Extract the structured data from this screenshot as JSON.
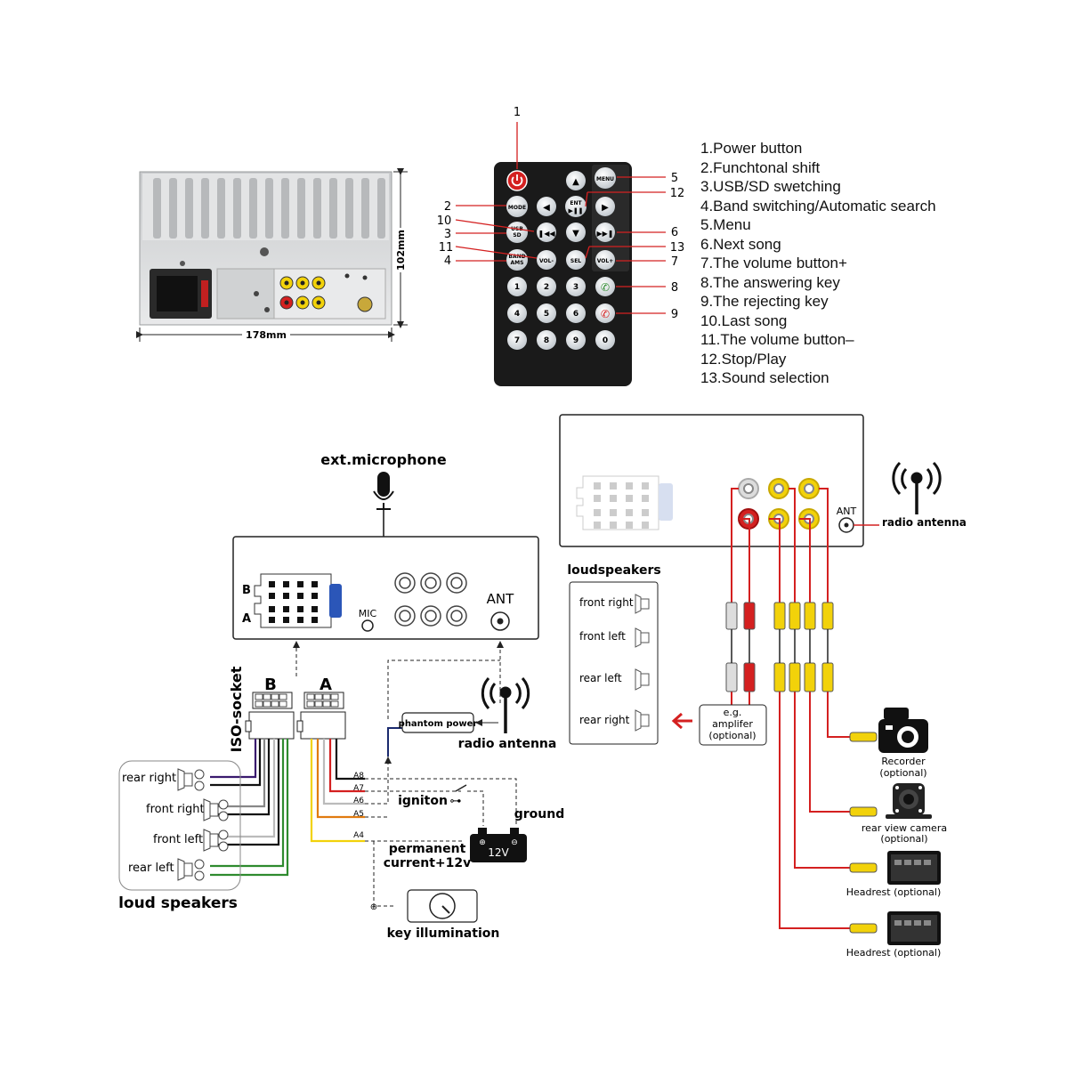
{
  "dimensions": {
    "width": "178mm",
    "height": "102mm"
  },
  "remote": {
    "callout_numbers": [
      "1",
      "2",
      "3",
      "4",
      "5",
      "6",
      "7",
      "8",
      "9",
      "10",
      "11",
      "12",
      "13"
    ],
    "buttons": {
      "mode": "MODE",
      "usb_sd_1": "USB",
      "usb_sd_2": "SD",
      "band_1": "BAND",
      "band_2": "AMS",
      "menu": "MENU",
      "ent": "ENT",
      "vol_minus": "VOL-",
      "sel": "SEL",
      "vol_plus": "VOL+",
      "digits": [
        "1",
        "2",
        "3",
        "4",
        "5",
        "6",
        "7",
        "8",
        "9",
        "0"
      ]
    },
    "legend": [
      "1.Power button",
      "2.Funchtonal shift",
      "3.USB/SD swetching",
      "4.Band switching/Automatic search",
      "5.Menu",
      "6.Next song",
      "7.The volume button+",
      "8.The answering key",
      "9.The rejecting key",
      "10.Last song",
      "11.The volume button–",
      "12.Stop/Play",
      "13.Sound selection"
    ]
  },
  "wiring": {
    "ext_microphone": "ext.microphone",
    "mic": "MIC",
    "ant": "ANT",
    "connector_b": "B",
    "connector_a": "A",
    "iso_socket": "ISO-socket",
    "pins_a": [
      "A8",
      "A7",
      "A6",
      "A5",
      "A4"
    ],
    "speakers": [
      "rear right",
      "front right",
      "front left",
      "rear left"
    ],
    "loud_speakers": "loud speakers",
    "phantom_power": "phantom power",
    "radio_antenna": "radio antenna",
    "ignition": "igniton",
    "ground": "ground",
    "battery": "12V",
    "permanent_1": "permanent",
    "permanent_2": "current+12v",
    "key_illumination": "key illumination"
  },
  "av": {
    "ant": "ANT",
    "radio_antenna": "radio antenna",
    "loudspeakers": "loudspeakers",
    "speakers": [
      "front right",
      "front left",
      "rear left",
      "rear right"
    ],
    "amplifier": [
      "e.g.",
      "amplifer",
      "(optional)"
    ],
    "recorder": [
      "Recorder",
      "(optional)"
    ],
    "rear_camera": [
      "rear view camera",
      "(optional)"
    ],
    "headrest_1": "Headrest (optional)",
    "headrest_2": "Headrest (optional)"
  },
  "colors": {
    "red": "#d42020",
    "yellow": "#f2d20a",
    "purple": "#3a1a6e",
    "green": "#2e8b2e",
    "orange": "#e07b10",
    "navy": "#1a2a6e",
    "arrow_red": "#d42020",
    "remote_body": "#1a1a1a",
    "remote_button": "#dfe3e6",
    "unit_grey": "#d8dadc"
  }
}
